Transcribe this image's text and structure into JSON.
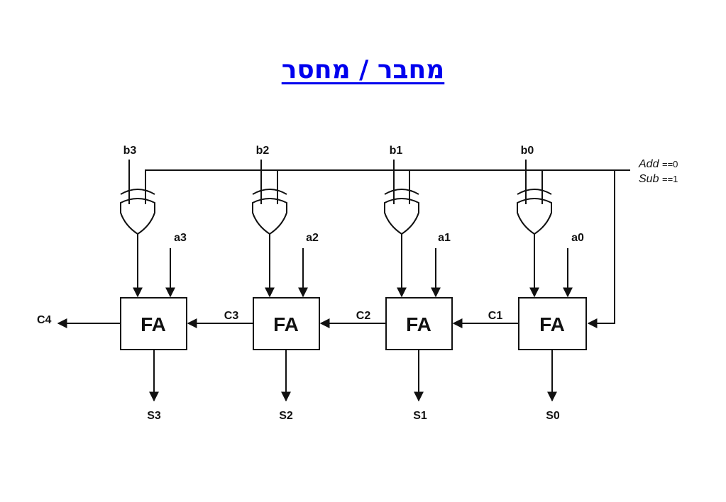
{
  "title": "מחבר / מחסר",
  "control": {
    "add_label": "Add",
    "add_value": "==0",
    "sub_label": "Sub",
    "sub_value": "==1"
  },
  "inputs_b": [
    "b3",
    "b2",
    "b1",
    "b0"
  ],
  "inputs_a": [
    "a3",
    "a2",
    "a1",
    "a0"
  ],
  "blocks": [
    "FA",
    "FA",
    "FA",
    "FA"
  ],
  "outputs": [
    "S3",
    "S2",
    "S1",
    "S0"
  ],
  "carries": [
    "C4",
    "C3",
    "C2",
    "C1"
  ],
  "colors": {
    "title": "#0000ee",
    "line": "#111111",
    "background": "#ffffff"
  }
}
